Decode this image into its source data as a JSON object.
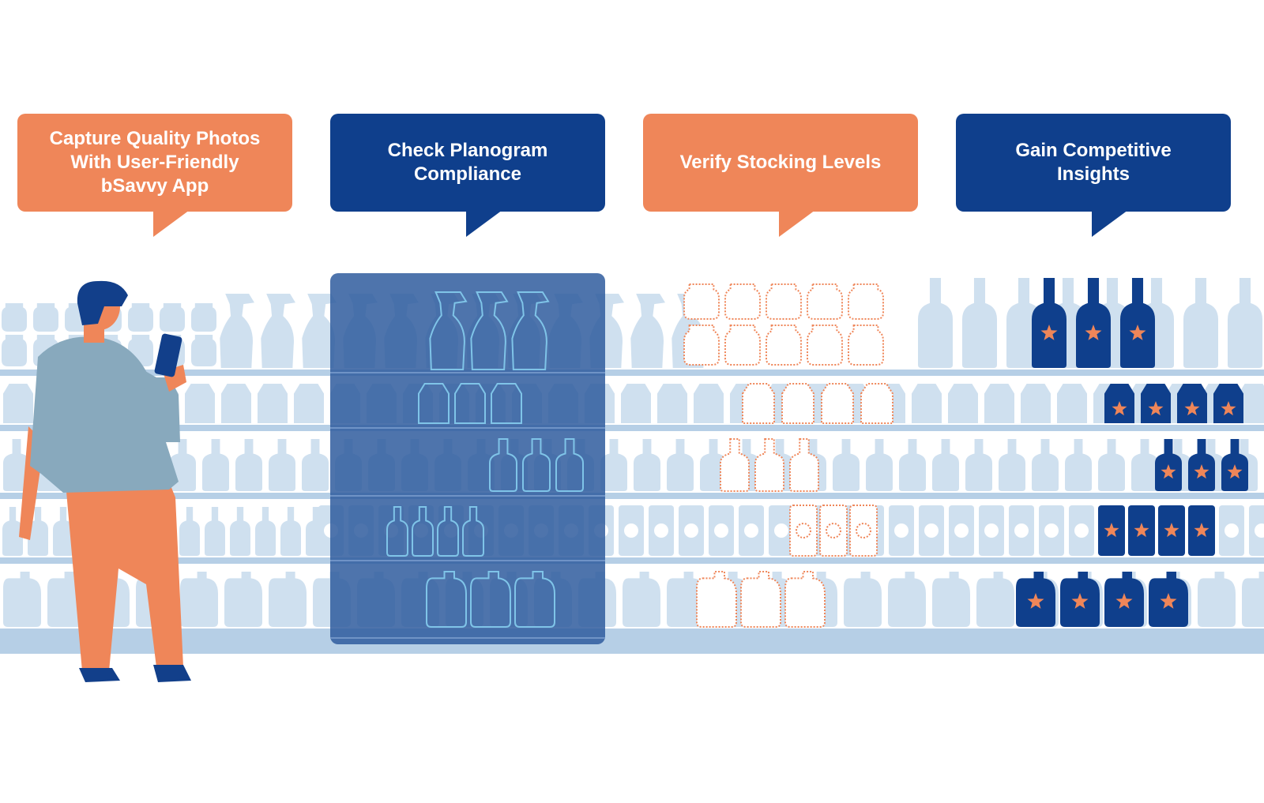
{
  "callouts": [
    {
      "text": "Capture Quality Photos\nWith User-Friendly\nbSavvy App",
      "color": "#ef8659"
    },
    {
      "text": "Check Planogram\nCompliance",
      "color": "#0f3f8c"
    },
    {
      "text": "Verify Stocking Levels",
      "color": "#ef8659"
    },
    {
      "text": "Gain Competitive\nInsights",
      "color": "#0f3f8c"
    }
  ],
  "colors": {
    "shelf_product": "#cfe0ef",
    "shelf_rail": "#b6cfe6",
    "planogram_overlay": "#2f5c9e",
    "planogram_outline": "#7fc4e8",
    "stock_outline": "#ef8659",
    "competitor_product": "#0f3f8c",
    "star": "#ef8659",
    "person_shirt": "#88a9bd",
    "person_pants": "#ef8659",
    "person_hair": "#123f8a",
    "person_skin": "#ef8659"
  },
  "icons": {
    "person": "shopper-with-phone-icon",
    "competitor_badge": "star-icon",
    "product_types": [
      "spray-bottle-icon",
      "jar-icon",
      "carton-icon",
      "bottle-icon",
      "box-icon",
      "jug-icon"
    ]
  }
}
